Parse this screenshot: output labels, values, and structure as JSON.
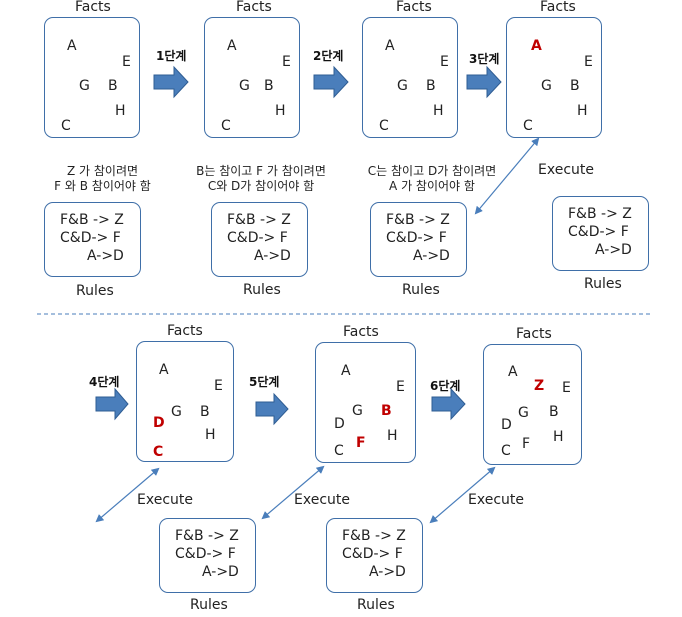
{
  "facts_caption": "Facts",
  "rules_caption": "Rules",
  "execute_label": "Execute",
  "rule_lines": [
    "F&B -> Z",
    "C&D-> F",
    "A->D"
  ],
  "steps": [
    "1단계",
    "2단계",
    "3단계",
    "4단계",
    "5단계",
    "6단계"
  ],
  "notes": {
    "n1": [
      "Z 가 참이려면",
      "F 와 B 참이어야 함"
    ],
    "n2": [
      "B는 참이고 F 가 참이려면",
      "C와 D가 참이어야 함"
    ],
    "n3": [
      "C는 참이고 D가 참이려면",
      "A 가 참이어야 함"
    ]
  },
  "facts": {
    "A": "A",
    "B": "B",
    "C": "C",
    "D": "D",
    "E": "E",
    "F": "F",
    "G": "G",
    "H": "H",
    "Z": "Z"
  },
  "colors": {
    "box_border": "#3f6fa8",
    "arrow": "#4a7ebb",
    "highlight": "#c00000",
    "connector": "#4a7ebb"
  }
}
